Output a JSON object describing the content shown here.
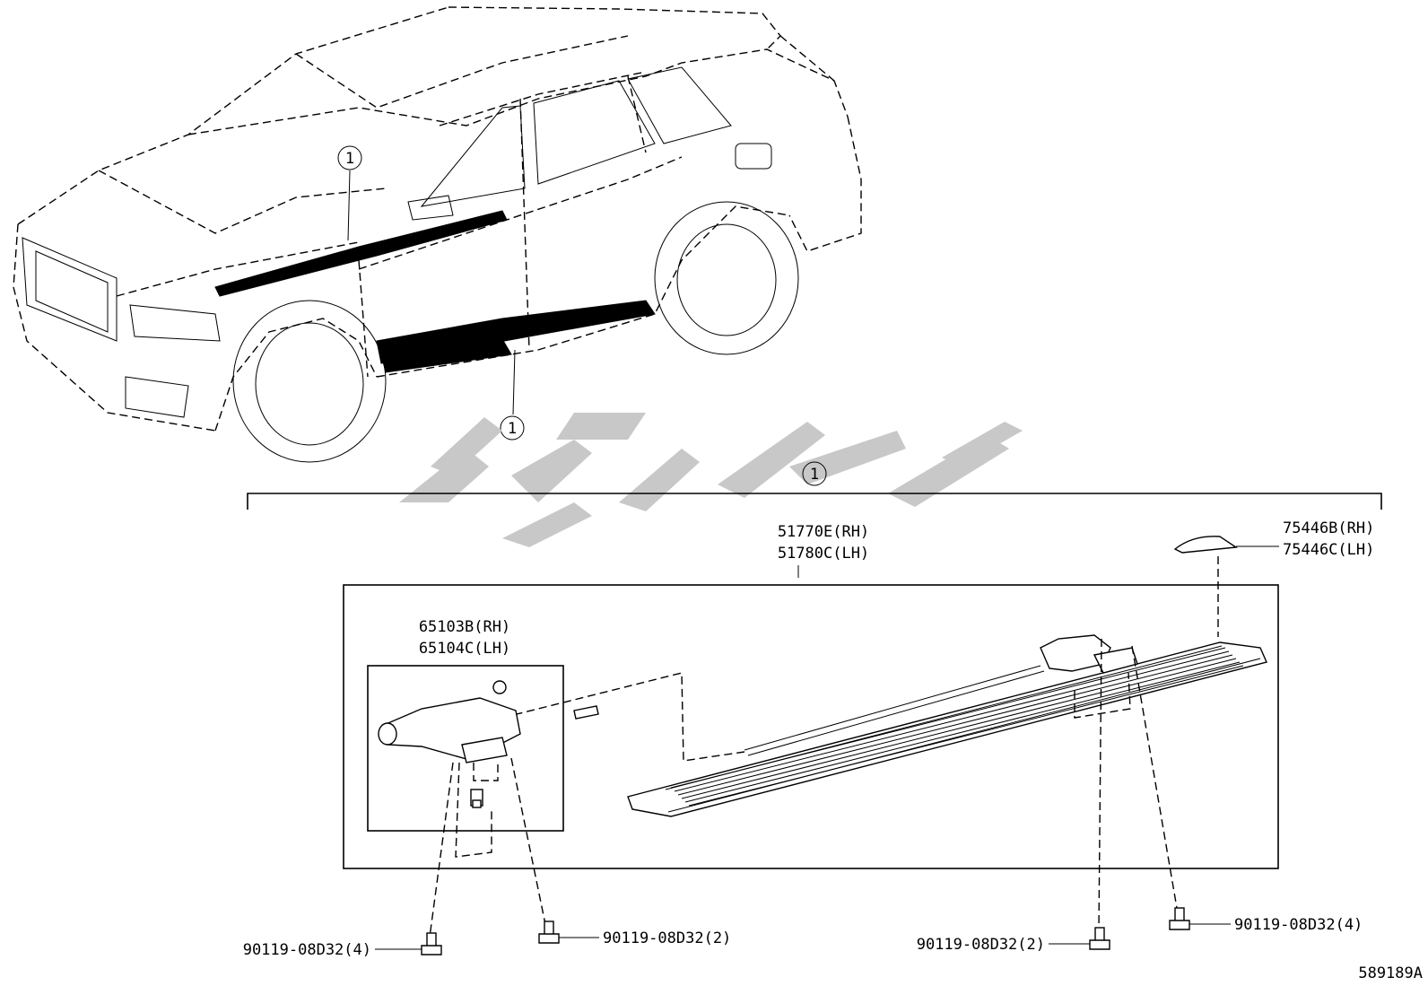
{
  "diagram_id": "589189A",
  "callout_number": "1",
  "labels": {
    "running_board_rh": "51770E(RH)",
    "running_board_lh": "51780C(LH)",
    "end_cap_rh": "75446B(RH)",
    "end_cap_lh": "75446C(LH)",
    "motor_rh": "65103B(RH)",
    "motor_lh": "65104C(LH)",
    "bolt_a": "90119-08D32(4)",
    "bolt_b": "90119-08D32(2)",
    "bolt_c": "90119-08D32(2)",
    "bolt_d": "90119-08D32(4)"
  },
  "watermark_text": "تاوپارت",
  "colors": {
    "line": "#000000",
    "watermark": "#c8c8c8",
    "background": "#ffffff"
  }
}
